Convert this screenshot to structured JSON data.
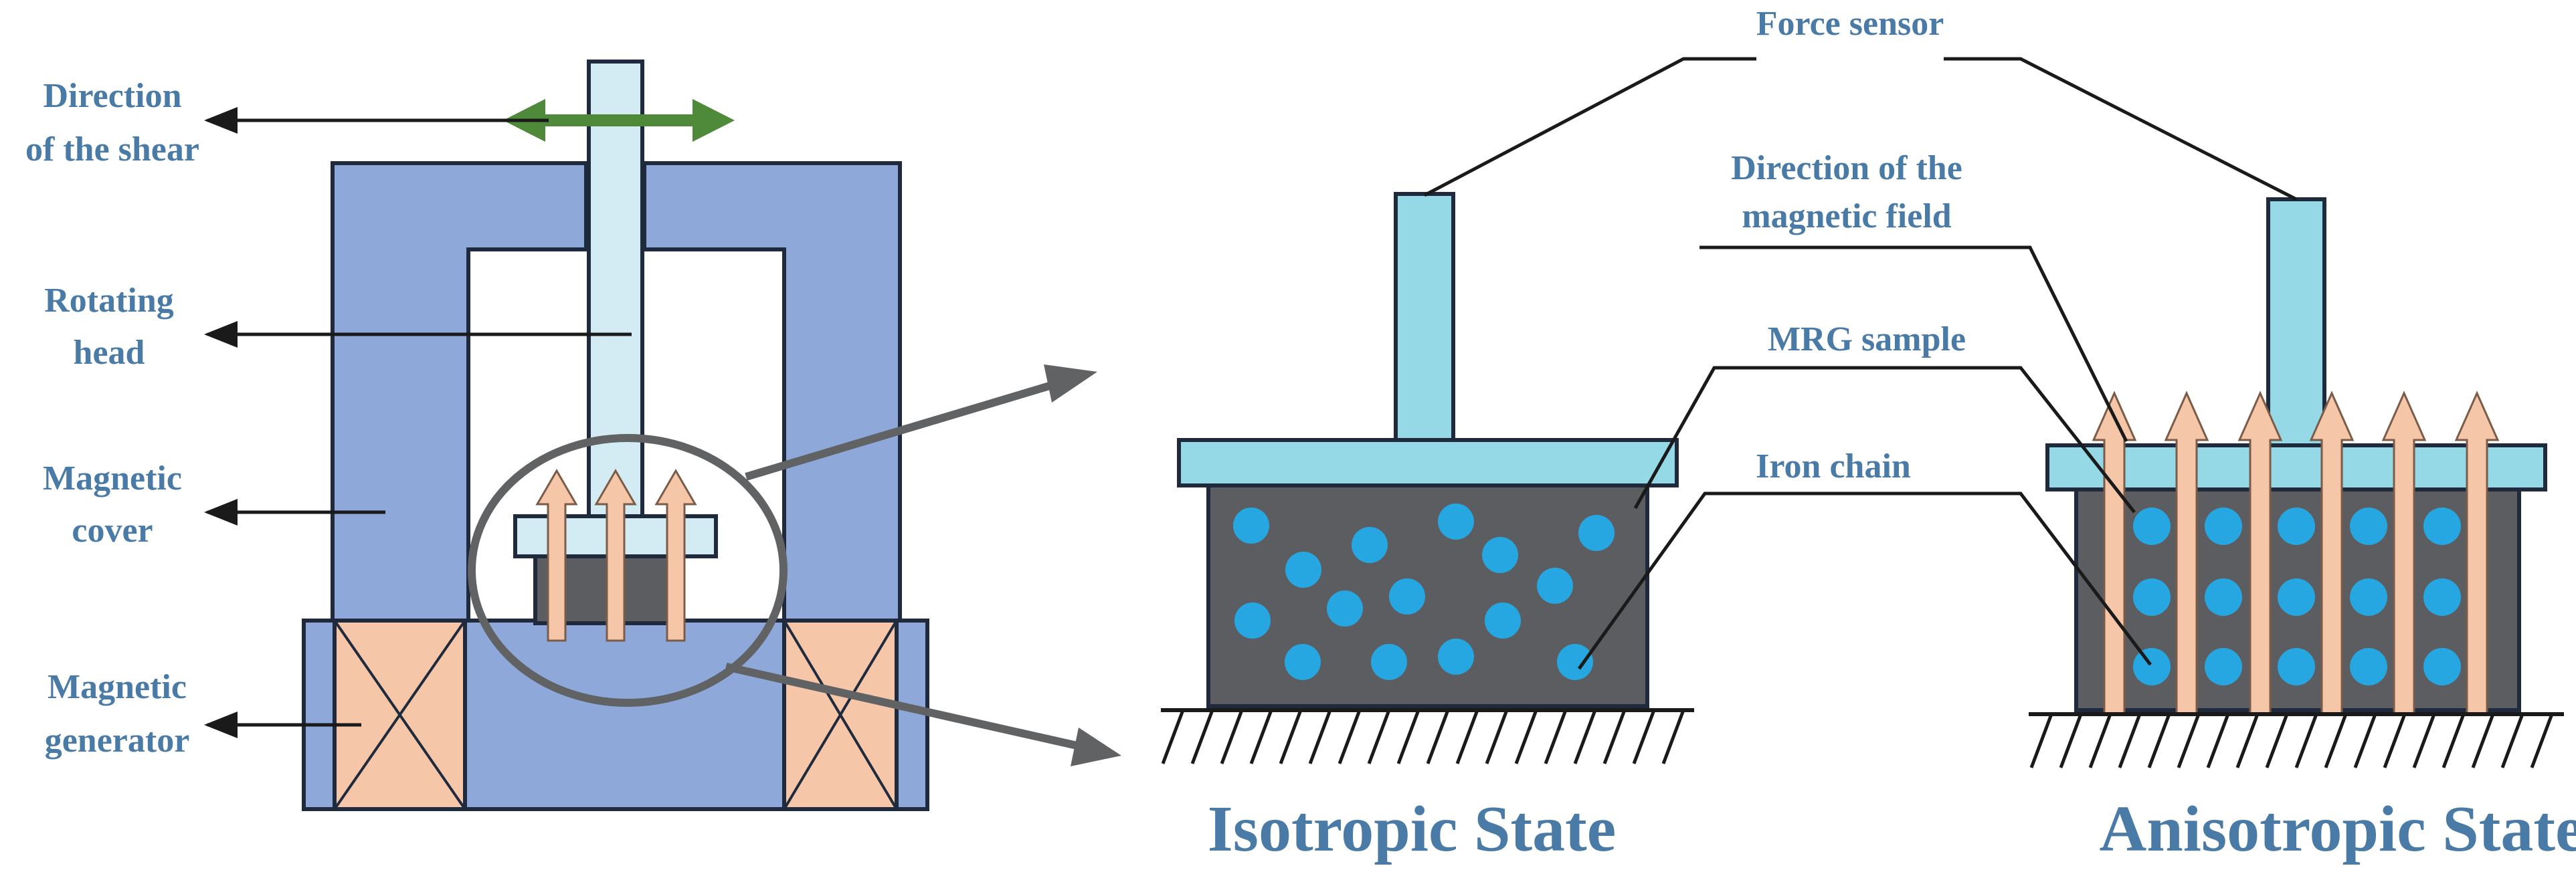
{
  "labels": {
    "shear_direction": [
      "Direction",
      "of the shear"
    ],
    "rotating_head": [
      "Rotating",
      "head"
    ],
    "magnetic_cover": [
      "Magnetic",
      "cover"
    ],
    "magnetic_generator": [
      "Magnetic",
      "generator"
    ],
    "force_sensor": "Force sensor",
    "field_direction": [
      "Direction of the",
      "magnetic field"
    ],
    "mrg_sample": "MRG sample",
    "iron_chain": "Iron chain"
  },
  "states": {
    "isotropic": "Isotropic State",
    "anisotropic": "Anisotropic State"
  },
  "colors": {
    "label_text": "#4a7ba7",
    "cover_blue": "#8fa8da",
    "head_light": "#d3ecf4",
    "sensor_cyan": "#96d9e6",
    "coil_peach": "#f6c6a8",
    "sample_gray": "#5c5d60",
    "particle_blue": "#27a7e2",
    "field_arrow": "#f6c6a8",
    "shear_arrow": "#4f8a3a",
    "pointer_gray": "#616264"
  }
}
